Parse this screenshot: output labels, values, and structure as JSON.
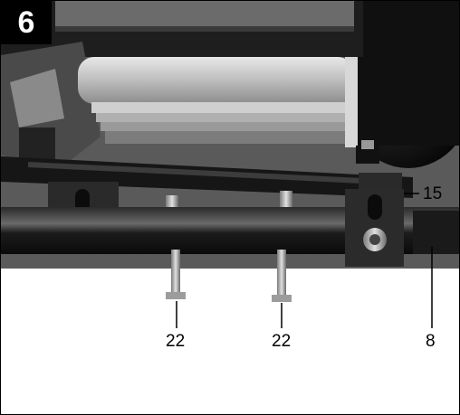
{
  "figure": {
    "number": "6"
  },
  "callouts": [
    {
      "id": "c15",
      "text": "15"
    },
    {
      "id": "c22a",
      "text": "22"
    },
    {
      "id": "c22b",
      "text": "22"
    },
    {
      "id": "c8",
      "text": "8"
    }
  ]
}
